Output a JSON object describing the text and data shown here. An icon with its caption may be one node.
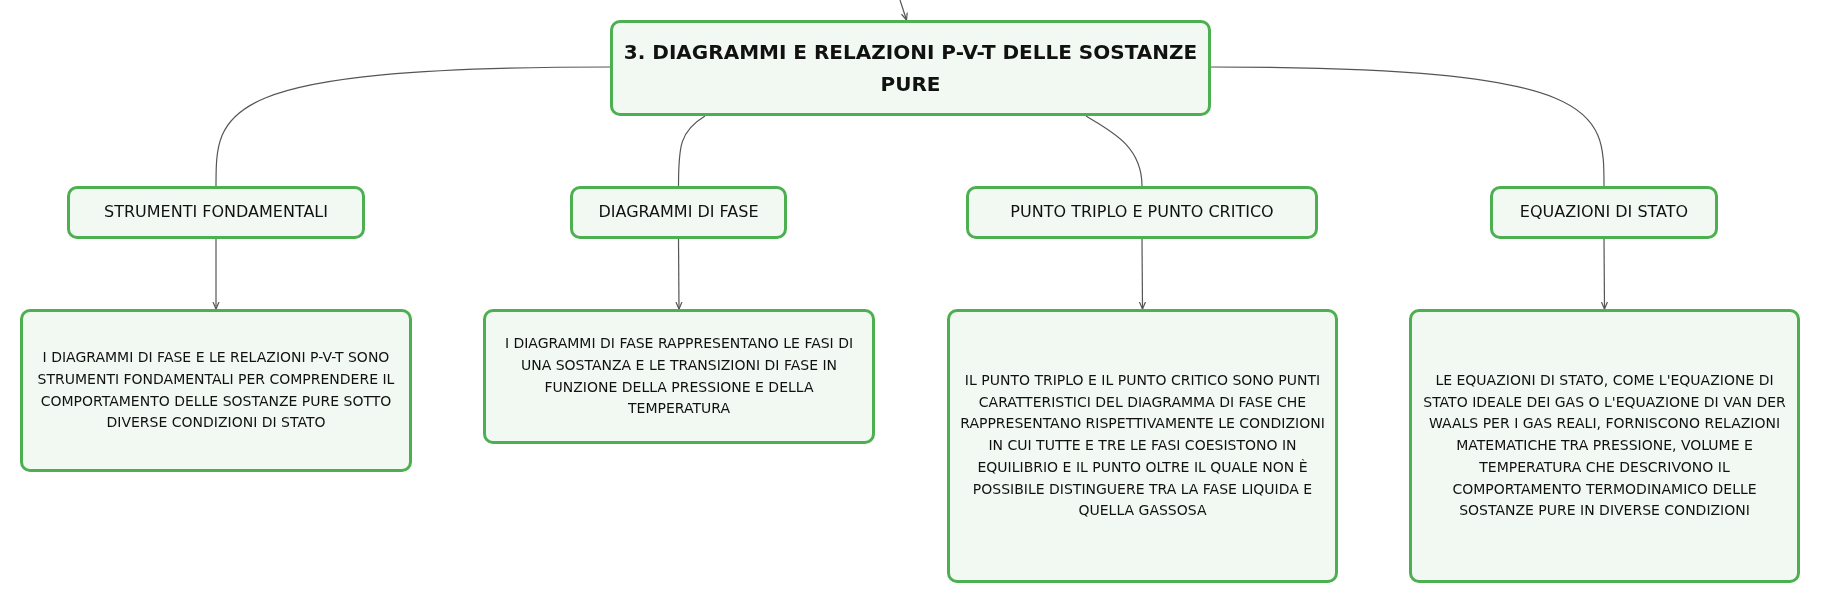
{
  "diagram": {
    "nodes": [
      {
        "text": [
          "3. DIAGRAMMI E RELAZIONI P-V-T DELLE SOSTANZE PURE"
        ]
      },
      {
        "text": [
          "STRUMENTI FONDAMENTALI"
        ]
      },
      {
        "text": [
          "DIAGRAMMI DI FASE"
        ]
      },
      {
        "text": [
          "PUNTO TRIPLO E PUNTO CRITICO"
        ]
      },
      {
        "text": [
          "EQUAZIONI DI STATO"
        ]
      },
      {
        "text": [
          "I DIAGRAMMI DI FASE E LE RELAZIONI P-V-T SONO STRUMENTI FONDAMENTALI PER COMPRENDERE IL COMPORTAMENTO DELLE SOSTANZE PURE SOTTO DIVERSE CONDIZIONI DI STATO"
        ]
      },
      {
        "text": [
          "I DIAGRAMMI DI FASE RAPPRESENTANO LE FASI DI UNA SOSTANZA E LE TRANSIZIONI DI FASE IN FUNZIONE DELLA PRESSIONE E DELLA TEMPERATURA"
        ]
      },
      {
        "text": [
          "IL PUNTO TRIPLO E IL PUNTO CRITICO SONO PUNTI CARATTERISTICI DEL DIAGRAMMA DI FASE CHE RAPPRESENTANO RISPETTIVAMENTE LE CONDIZIONI IN CUI TUTTE E TRE LE FASI COESISTONO IN EQUILIBRIO E IL PUNTO OLTRE IL QUALE NON È POSSIBILE DISTINGUERE TRA LA FASE LIQUIDA E QUELLA GASSOSA"
        ]
      },
      {
        "text": [
          "LE EQUAZIONI DI STATO, COME L'EQUAZIONE DI STATO IDEALE DEI GAS O L'EQUAZIONE DI VAN DER WAALS PER I GAS REALI, FORNISCONO RELAZIONI MATEMATICHE TRA PRESSIONE, VOLUME E TEMPERATURA CHE DESCRIVONO IL COMPORTAMENTO TERMODINAMICO DELLE SOSTANZE PURE IN DIVERSE CONDIZIONI"
        ]
      }
    ],
    "edges": [
      {
        "from": null,
        "to": 0,
        "arrow": "to"
      },
      {
        "from": 0,
        "to": 1,
        "arrow": "none"
      },
      {
        "from": 0,
        "to": 2,
        "arrow": "none"
      },
      {
        "from": 0,
        "to": 3,
        "arrow": "none"
      },
      {
        "from": 0,
        "to": 4,
        "arrow": "none"
      },
      {
        "from": 1,
        "to": 5,
        "arrow": "to"
      },
      {
        "from": 2,
        "to": 6,
        "arrow": "to"
      },
      {
        "from": 3,
        "to": 7,
        "arrow": "to"
      },
      {
        "from": 4,
        "to": 8,
        "arrow": "to"
      }
    ]
  }
}
